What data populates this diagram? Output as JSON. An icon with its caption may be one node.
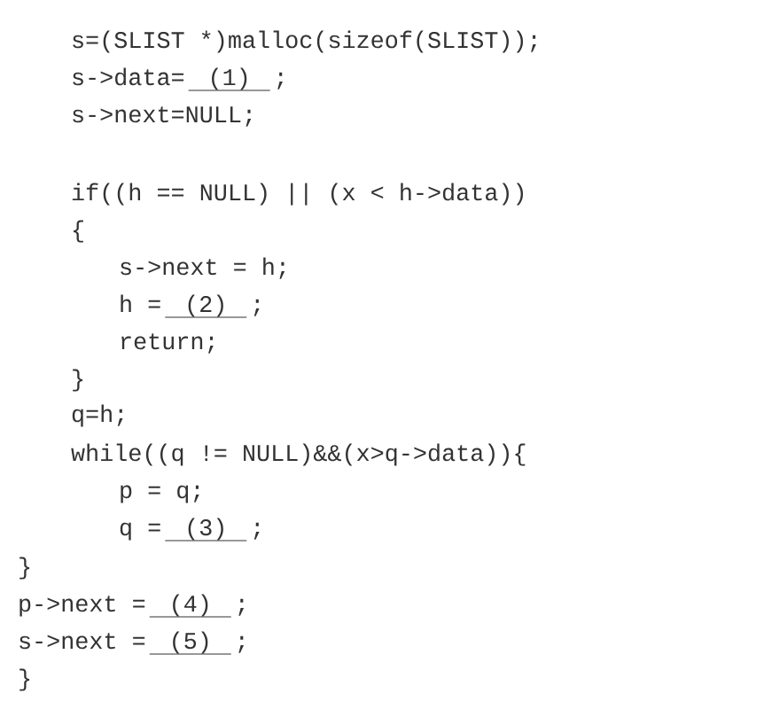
{
  "diagram": {
    "labels": [
      "s=(SLIST *)malloc(sizeof(SLIST));",
      "s->data=",
      "(1)",
      ";",
      "s->next=NULL;",
      "if((h == NULL) || (x < h->data))",
      "{",
      "s->next = h;",
      "h =",
      "(2)",
      ";",
      "return;",
      "}",
      "q=h;",
      "while((q != NULL)&&(x>q->data)){",
      "p = q;",
      "q =",
      "(3)",
      ";",
      "}",
      "p->next =",
      "(4)",
      ";",
      "s->next =",
      "(5)",
      ";",
      "}"
    ]
  }
}
